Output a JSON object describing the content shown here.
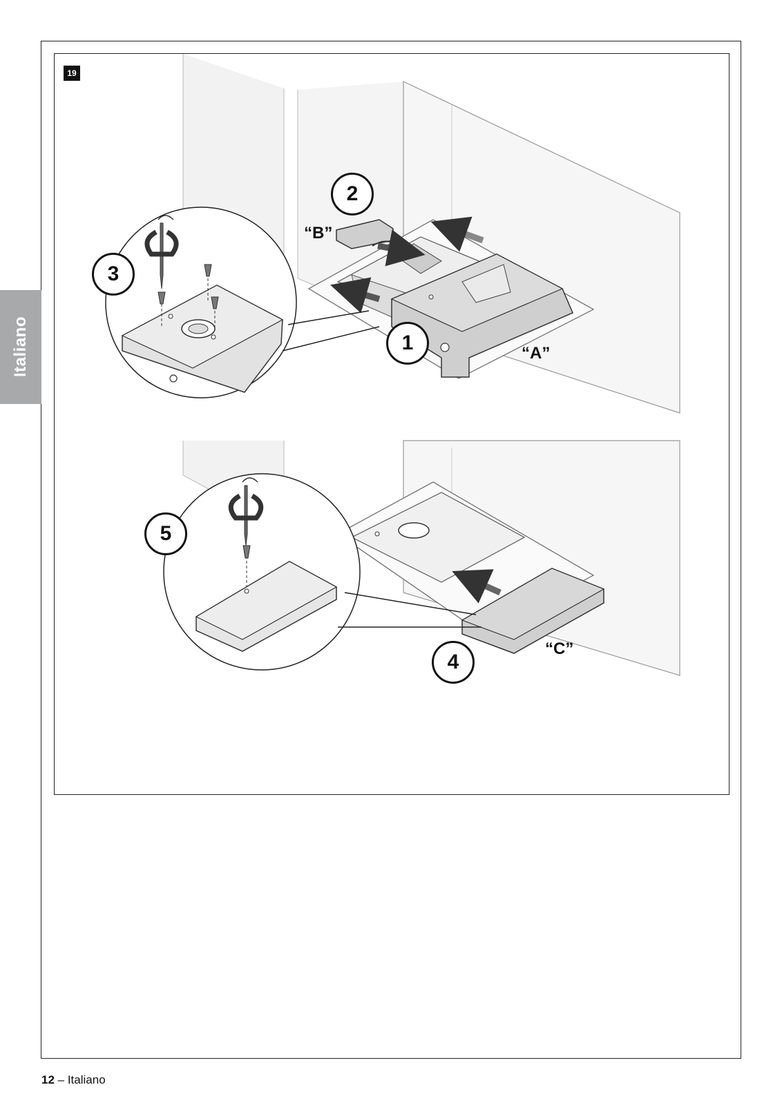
{
  "side_tab": {
    "label": "Italiano"
  },
  "figure": {
    "number": "19",
    "steps": [
      "1",
      "2",
      "3",
      "4",
      "5"
    ],
    "labels": {
      "a": "“A”",
      "b": "“B”",
      "c": "“C”"
    }
  },
  "footer": {
    "page_number": "12",
    "separator": " – ",
    "language": "Italiano"
  }
}
